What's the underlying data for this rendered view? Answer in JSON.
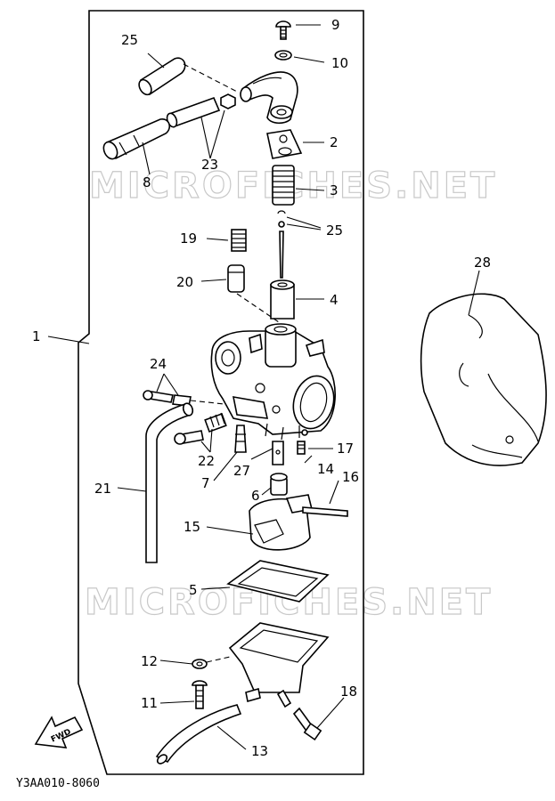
{
  "watermarks": [
    "MICROFICHES.NET",
    "MICROFICHES.NET"
  ],
  "callouts": {
    "c1": "1",
    "c2": "2",
    "c3": "3",
    "c4": "4",
    "c5": "5",
    "c6": "6",
    "c7": "7",
    "c8": "8",
    "c9": "9",
    "c10": "10",
    "c11": "11",
    "c12": "12",
    "c13": "13",
    "c14": "14",
    "c15": "15",
    "c16": "16",
    "c17": "17",
    "c18": "18",
    "c19": "19",
    "c20": "20",
    "c21": "21",
    "c22": "22",
    "c23": "23",
    "c24": "24",
    "c25a": "25",
    "c25b": "25",
    "c27": "27",
    "c28": "28"
  },
  "fwd_label": "FWD",
  "drawing_code": "Y3AA010-8060"
}
